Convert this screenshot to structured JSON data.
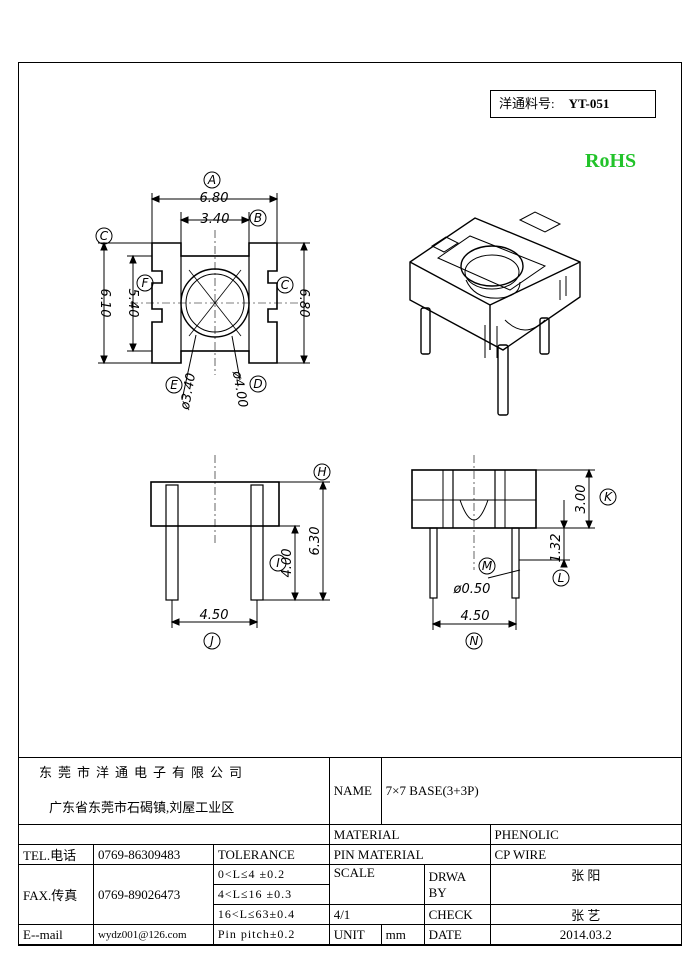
{
  "part_label": "洋通料号:",
  "part_number": "YT-051",
  "rohs": "RoHS",
  "dims": {
    "A": "A",
    "A_val": "6.80",
    "B": "B",
    "B_val": "3.40",
    "C": "C",
    "C_left_val": "6.10",
    "C_right_val": "6.80",
    "F": "F",
    "F_val": "5.40",
    "E": "E",
    "E_val": "ø3.40",
    "D": "D",
    "D_val": "ø4.00",
    "H": "H",
    "H_val": "6.30",
    "I": "I",
    "I_val": "4.00",
    "J": "J",
    "J_val": "4.50",
    "K": "K",
    "K_val": "3.00",
    "L": "L",
    "L_val": "1.32",
    "M": "M",
    "M_val": "ø0.50",
    "N": "N",
    "N_val": "4.50"
  },
  "title_block": {
    "company": "东莞市洋通电子有限公司",
    "address": "广东省东莞市石碣镇,刘屋工业区",
    "name_label": "NAME",
    "name_value": "7×7 BASE(3+3P)",
    "material_label": "MATERIAL",
    "material_value": "PHENOLIC",
    "pin_material_label": "PIN MATERIAL",
    "pin_material_value": "CP WIRE",
    "tel_label": "TEL.电话",
    "tel_value": "0769-86309483",
    "tolerance_label": "TOLERANCE",
    "fax_label": "FAX.传真",
    "fax_value": "0769-89026473",
    "tol1": "0<L≤4  ±0.2",
    "tol2": "4<L≤16 ±0.3",
    "tol3": "16<L≤63±0.4",
    "tol4": "Pin pitch±0.2",
    "scale_label": "SCALE",
    "drawn_label_1": "DRWA",
    "drawn_label_2": "BY",
    "drawn_value": "张 阳",
    "scale_value": "4/1",
    "check_label": "CHECK",
    "check_value": "张 艺",
    "email_label": "E--mail",
    "email_value": "wydz001@126.com",
    "unit_label": "UNIT",
    "unit_value": "mm",
    "date_label": "DATE",
    "date_value": "2014.03.2"
  }
}
